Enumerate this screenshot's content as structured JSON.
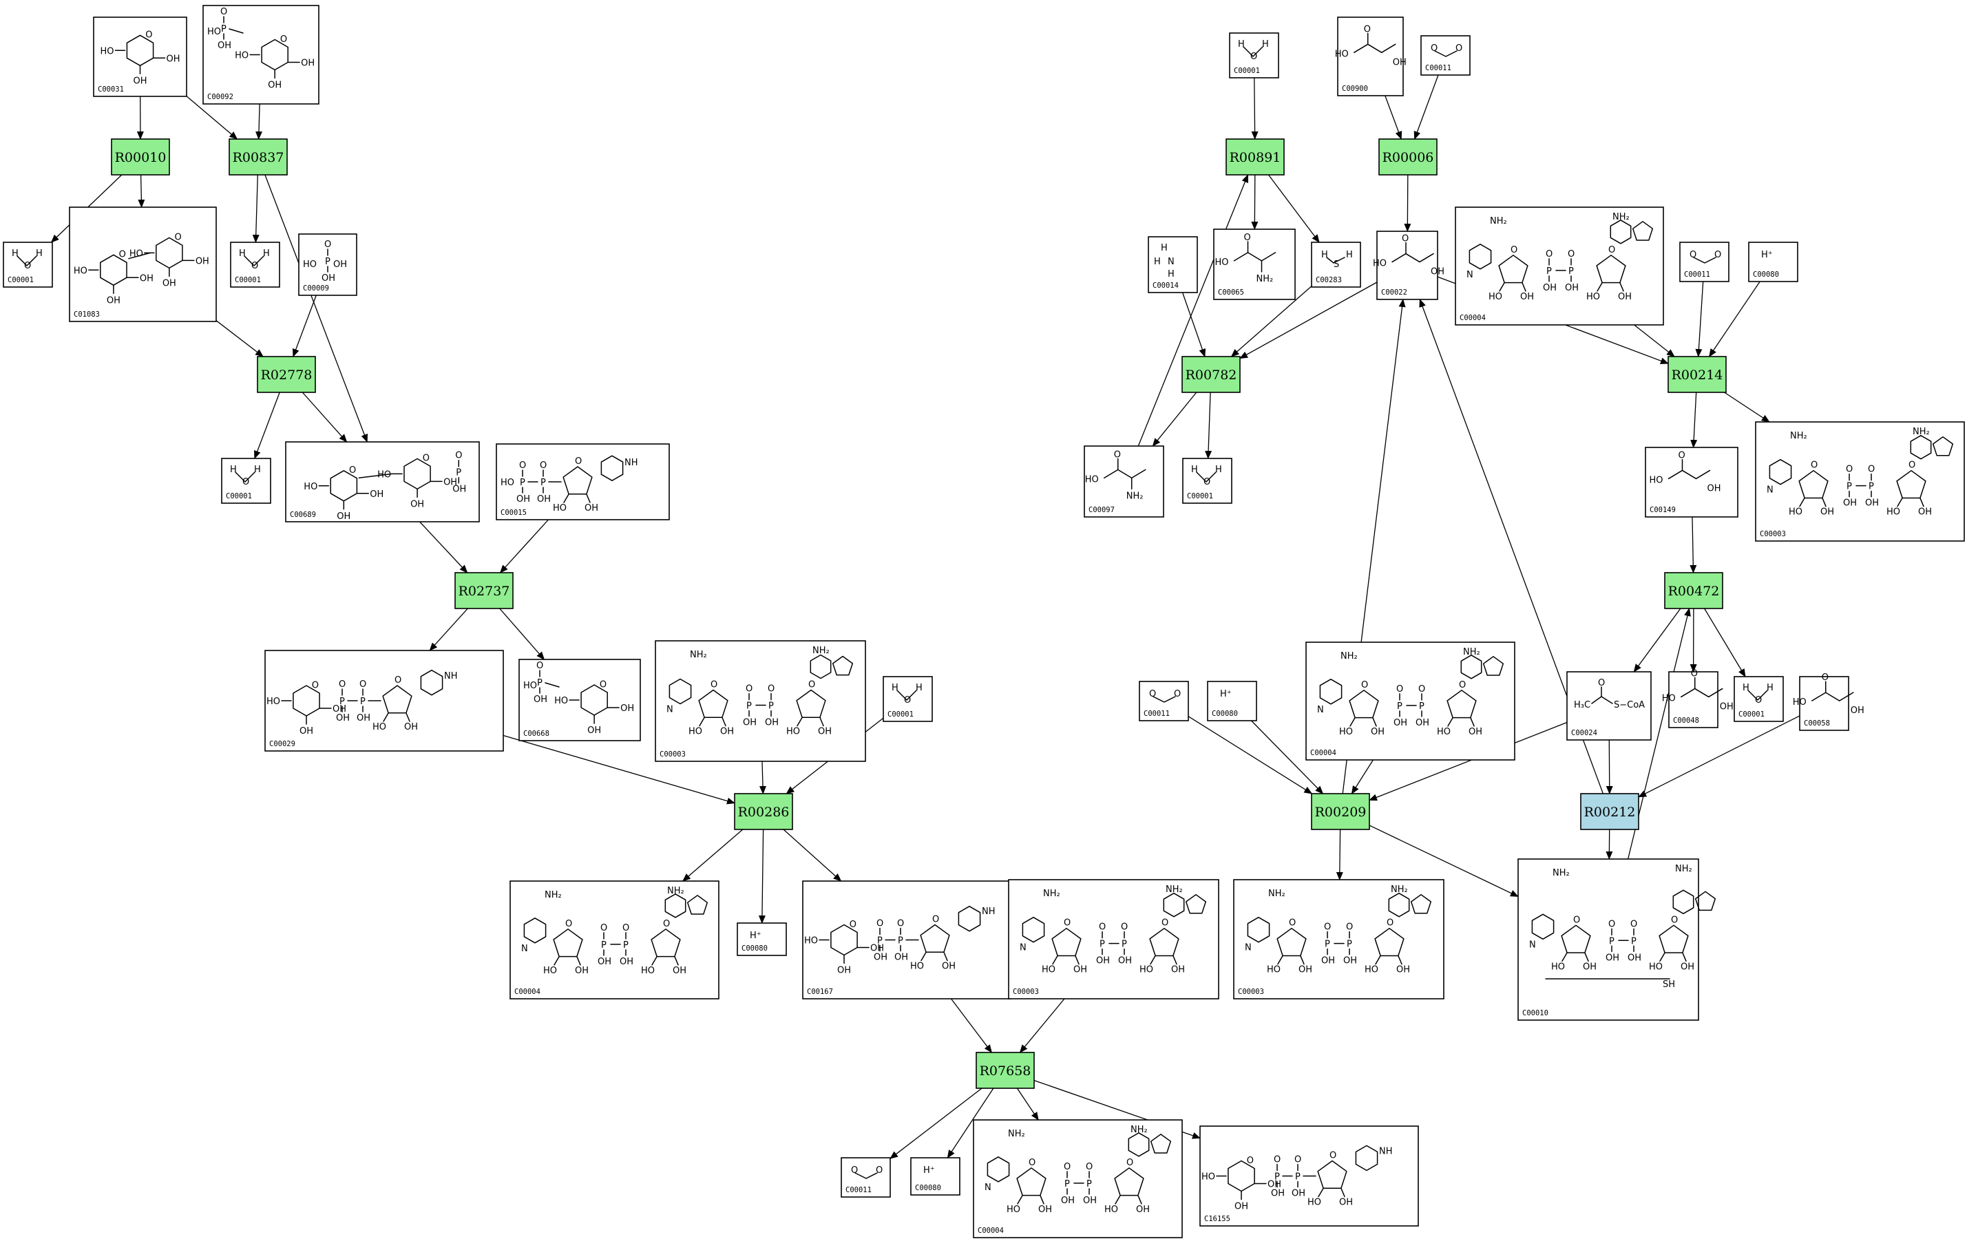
{
  "reactions": [
    {
      "id": "R00010",
      "label": "R00010",
      "color": "#90ee90"
    },
    {
      "id": "R00837",
      "label": "R00837",
      "color": "#90ee90"
    },
    {
      "id": "R02778",
      "label": "R02778",
      "color": "#90ee90"
    },
    {
      "id": "R02737",
      "label": "R02737",
      "color": "#90ee90"
    },
    {
      "id": "R00286",
      "label": "R00286",
      "color": "#90ee90"
    },
    {
      "id": "R07658",
      "label": "R07658",
      "color": "#90ee90"
    },
    {
      "id": "R00891",
      "label": "R00891",
      "color": "#90ee90"
    },
    {
      "id": "R00006",
      "label": "R00006",
      "color": "#90ee90"
    },
    {
      "id": "R00782",
      "label": "R00782",
      "color": "#90ee90"
    },
    {
      "id": "R00214",
      "label": "R00214",
      "color": "#90ee90"
    },
    {
      "id": "R00472",
      "label": "R00472",
      "color": "#90ee90"
    },
    {
      "id": "R00209",
      "label": "R00209",
      "color": "#90ee90"
    },
    {
      "id": "R00212",
      "label": "R00212",
      "color": "#add8e6"
    }
  ],
  "compounds": [
    {
      "id": "c31",
      "label": "C00031",
      "structure": "glucose"
    },
    {
      "id": "c92",
      "label": "C00092",
      "structure": "sugar-phosphate"
    },
    {
      "id": "c1a",
      "label": "C00001",
      "structure": "water"
    },
    {
      "id": "c1083",
      "label": "C01083",
      "structure": "disaccharide"
    },
    {
      "id": "c1b",
      "label": "C00001",
      "structure": "water"
    },
    {
      "id": "c9",
      "label": "C00009",
      "structure": "phosphate"
    },
    {
      "id": "c1c",
      "label": "C00001",
      "structure": "water"
    },
    {
      "id": "c689",
      "label": "C00689",
      "structure": "disaccharide-phosphate"
    },
    {
      "id": "c15",
      "label": "C00015",
      "structure": "nucleotide-diphosphate"
    },
    {
      "id": "c29",
      "label": "C00029",
      "structure": "nucleotide-sugar"
    },
    {
      "id": "c668",
      "label": "C00668",
      "structure": "sugar-phosphate"
    },
    {
      "id": "c3a",
      "label": "C00003",
      "structure": "nad"
    },
    {
      "id": "c1d",
      "label": "C00001",
      "structure": "water"
    },
    {
      "id": "c4a",
      "label": "C00004",
      "structure": "nad"
    },
    {
      "id": "c80a",
      "label": "C00080",
      "structure": "proton",
      "text": "H⁺"
    },
    {
      "id": "c167",
      "label": "C00167",
      "structure": "nucleotide-sugar"
    },
    {
      "id": "c3b",
      "label": "C00003",
      "structure": "nad"
    },
    {
      "id": "c11a",
      "label": "C00011",
      "structure": "co2"
    },
    {
      "id": "c80b",
      "label": "C00080",
      "structure": "proton",
      "text": "H⁺"
    },
    {
      "id": "c4b",
      "label": "C00004",
      "structure": "nad"
    },
    {
      "id": "c16155",
      "label": "C16155",
      "structure": "nucleotide-sugar"
    },
    {
      "id": "c1e",
      "label": "C00001",
      "structure": "water"
    },
    {
      "id": "c900",
      "label": "C00900",
      "structure": "small-acid"
    },
    {
      "id": "c11b",
      "label": "C00011",
      "structure": "co2"
    },
    {
      "id": "c14",
      "label": "C00014",
      "structure": "ammonia"
    },
    {
      "id": "c65",
      "label": "C00065",
      "structure": "amino-acid"
    },
    {
      "id": "c283",
      "label": "C00283",
      "structure": "hydrogen-sulfide"
    },
    {
      "id": "c22",
      "label": "C00022",
      "structure": "small-acid"
    },
    {
      "id": "c4c",
      "label": "C00004",
      "structure": "nad"
    },
    {
      "id": "c11c",
      "label": "C00011",
      "structure": "co2"
    },
    {
      "id": "c80c",
      "label": "C00080",
      "structure": "proton",
      "text": "H⁺"
    },
    {
      "id": "c97",
      "label": "C00097",
      "structure": "amino-acid"
    },
    {
      "id": "c1f",
      "label": "C00001",
      "structure": "water"
    },
    {
      "id": "c149",
      "label": "C00149",
      "structure": "small-acid"
    },
    {
      "id": "c3c",
      "label": "C00003",
      "structure": "nad"
    },
    {
      "id": "c24",
      "label": "C00024",
      "structure": "acetyl-coa",
      "text": "S−CoA"
    },
    {
      "id": "c48",
      "label": "C00048",
      "structure": "small-acid"
    },
    {
      "id": "c1g",
      "label": "C00001",
      "structure": "water"
    },
    {
      "id": "c58",
      "label": "C00058",
      "structure": "small-acid"
    },
    {
      "id": "c11d",
      "label": "C00011",
      "structure": "co2"
    },
    {
      "id": "c80d",
      "label": "C00080",
      "structure": "proton",
      "text": "H⁺"
    },
    {
      "id": "c4d",
      "label": "C00004",
      "structure": "nad"
    },
    {
      "id": "c3d",
      "label": "C00003",
      "structure": "nad"
    },
    {
      "id": "c10",
      "label": "C00010",
      "structure": "coenzyme-a"
    }
  ],
  "edges": [
    [
      "c31",
      "R00010"
    ],
    [
      "c31",
      "R00837"
    ],
    [
      "c92",
      "R00837"
    ],
    [
      "R00010",
      "c1a"
    ],
    [
      "R00010",
      "c1083"
    ],
    [
      "R00837",
      "c1b"
    ],
    [
      "R00837",
      "c689"
    ],
    [
      "c1083",
      "R02778"
    ],
    [
      "c9",
      "R02778"
    ],
    [
      "R02778",
      "c1c"
    ],
    [
      "R02778",
      "c689"
    ],
    [
      "c689",
      "R02737"
    ],
    [
      "c15",
      "R02737"
    ],
    [
      "R02737",
      "c29"
    ],
    [
      "R02737",
      "c668"
    ],
    [
      "c29",
      "R00286"
    ],
    [
      "c3a",
      "R00286"
    ],
    [
      "c1d",
      "R00286"
    ],
    [
      "R00286",
      "c4a"
    ],
    [
      "R00286",
      "c80a"
    ],
    [
      "R00286",
      "c167"
    ],
    [
      "c167",
      "R07658"
    ],
    [
      "c3b",
      "R07658"
    ],
    [
      "R07658",
      "c11a"
    ],
    [
      "R07658",
      "c80b"
    ],
    [
      "R07658",
      "c4b"
    ],
    [
      "R07658",
      "c16155"
    ],
    [
      "c1e",
      "R00891"
    ],
    [
      "c97",
      "R00891"
    ],
    [
      "R00891",
      "c65"
    ],
    [
      "R00891",
      "c283"
    ],
    [
      "c900",
      "R00006"
    ],
    [
      "c11b",
      "R00006"
    ],
    [
      "R00006",
      "c22"
    ],
    [
      "c14",
      "R00782"
    ],
    [
      "c283",
      "R00782"
    ],
    [
      "c22",
      "R00782"
    ],
    [
      "R00782",
      "c97"
    ],
    [
      "R00782",
      "c1f"
    ],
    [
      "c22",
      "R00214"
    ],
    [
      "c4c",
      "R00214"
    ],
    [
      "c11c",
      "R00214"
    ],
    [
      "c80c",
      "R00214"
    ],
    [
      "R00214",
      "c149"
    ],
    [
      "R00214",
      "c3c"
    ],
    [
      "c149",
      "R00472"
    ],
    [
      "c10",
      "R00472"
    ],
    [
      "R00472",
      "c24"
    ],
    [
      "R00472",
      "c48"
    ],
    [
      "R00472",
      "c1g"
    ],
    [
      "c11d",
      "R00209"
    ],
    [
      "c80d",
      "R00209"
    ],
    [
      "c4d",
      "R00209"
    ],
    [
      "c24",
      "R00209"
    ],
    [
      "R00209",
      "c22"
    ],
    [
      "R00209",
      "c3d"
    ],
    [
      "R00209",
      "c10"
    ],
    [
      "c24",
      "R00212"
    ],
    [
      "c58",
      "R00212"
    ],
    [
      "R00212",
      "c22"
    ],
    [
      "R00212",
      "c10"
    ]
  ]
}
